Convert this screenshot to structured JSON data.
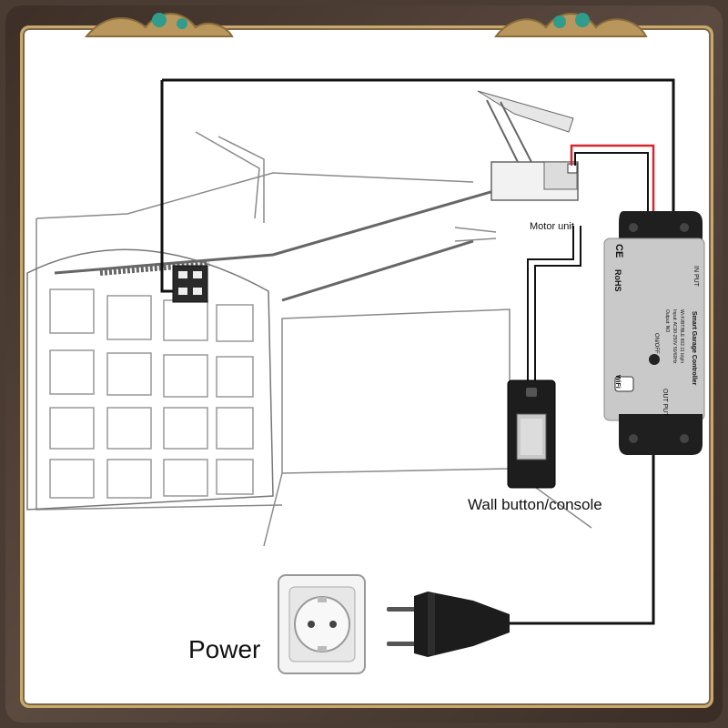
{
  "labels": {
    "motor_unit": "Motor unit",
    "wall_button": "Wall button/console",
    "power": "Power"
  },
  "controller": {
    "name": "Smart Garage Controller",
    "spec_line_1": "Wi-Fi/BT/BLE 802.11 b/g/n",
    "spec_line_2": "Input: AC90-250V 50/60Hz",
    "spec_line_3": "Output: NO",
    "in_put": "IN PUT",
    "out_put": "OUT PUT",
    "on_off": "ON/OFF",
    "ce_mark": "CE",
    "rohs_mark": "RoHS",
    "wifi_badge": "WiFi"
  },
  "colors": {
    "wire_black": "#111111",
    "wire_red": "#d6262e",
    "frame_gold": "#c9a96b",
    "controller_body": "#c9c9c9"
  }
}
